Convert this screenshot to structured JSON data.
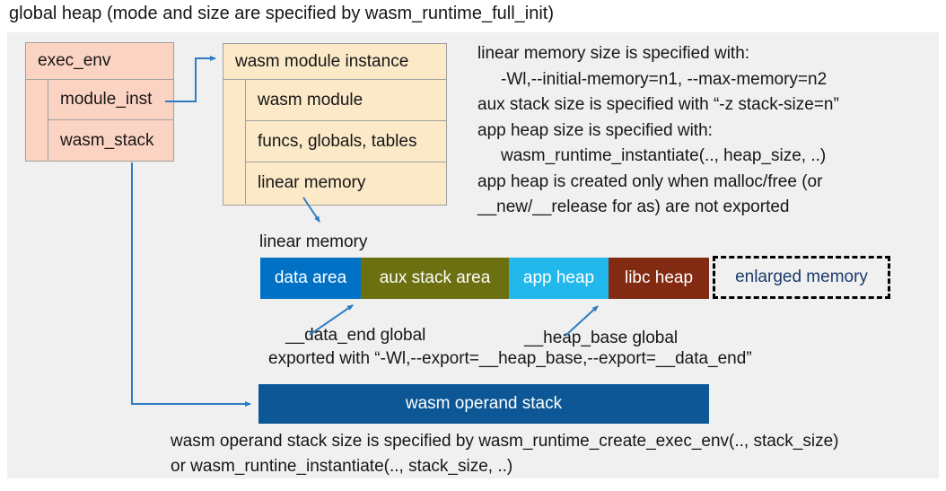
{
  "title": "global heap (mode and size are specified by wasm_runtime_full_init)",
  "exec_env": {
    "header": "exec_env",
    "rows": [
      "module_inst",
      "wasm_stack"
    ]
  },
  "module_instance": {
    "header": "wasm module instance",
    "rows": [
      "wasm module",
      "funcs, globals, tables",
      "linear memory"
    ]
  },
  "notes": {
    "lines": [
      "linear memory size is specified with:",
      "-Wl,--initial-memory=n1, --max-memory=n2",
      "aux stack size is specified with “-z stack-size=n”",
      "app heap size is specified with:",
      "wasm_runtime_instantiate(.., heap_size, ..)",
      "app heap is created only when malloc/free (or",
      "__new/__release for as) are not exported"
    ]
  },
  "linear_memory": {
    "label": "linear memory",
    "segments": [
      {
        "label": "data area",
        "color": "#0071c5"
      },
      {
        "label": "aux stack area",
        "color": "#6c7010"
      },
      {
        "label": "app heap",
        "color": "#22b8ec"
      },
      {
        "label": "libc heap",
        "color": "#822b12"
      }
    ],
    "enlarged_label": "enlarged memory",
    "enlarged_text_color": "#1b3a6b"
  },
  "annotations": {
    "data_end": "__data_end global",
    "heap_base": "__heap_base global",
    "exported": "exported with “-Wl,--export=__heap_base,--export=__data_end”"
  },
  "operand_stack": {
    "label": "wasm operand stack",
    "color": "#0d5797"
  },
  "footer": {
    "lines": [
      "wasm operand stack size is specified by wasm_runtime_create_exec_env(.., stack_size)",
      "or wasm_runtine_instantiate(.., stack_size, ..)"
    ]
  },
  "colors": {
    "panel_bg": "#f0f0f0",
    "exec_env_fill": "#fbd3c2",
    "module_instance_fill": "#fce9c8",
    "box_border": "#a0a0a0",
    "arrow": "#2e7cc4",
    "text": "#161616"
  }
}
